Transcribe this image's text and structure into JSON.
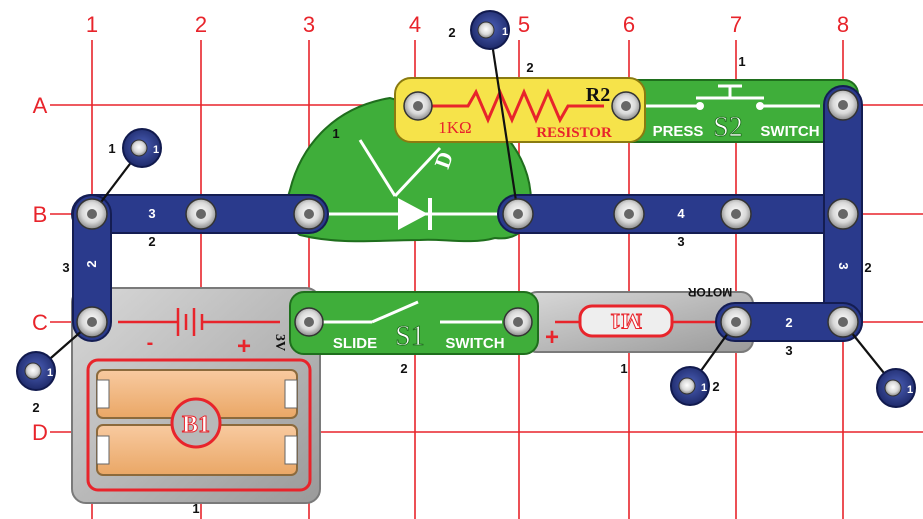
{
  "grid": {
    "columns": [
      "1",
      "2",
      "3",
      "4",
      "5",
      "6",
      "7",
      "8"
    ],
    "rows": [
      "A",
      "B",
      "C",
      "D"
    ]
  },
  "colors": {
    "grid": "#e8242b",
    "wire": "#2a3a8c",
    "green_part": "#3fae3a",
    "yellow_part": "#f6e34a",
    "base_gray": "#b9b9b9",
    "battery": "#f2b77a"
  },
  "parts": {
    "resistor": {
      "name": "R2",
      "value": "1KΩ",
      "label": "RESISTOR",
      "level": "2"
    },
    "press_switch": {
      "name": "S2",
      "left": "PRESS",
      "right": "SWITCH",
      "level": "1"
    },
    "slide_switch": {
      "name": "S1",
      "left": "SLIDE",
      "right": "SWITCH",
      "level": "2"
    },
    "battery": {
      "name": "B1",
      "voltage": "3V",
      "minus": "-",
      "plus": "+",
      "level": "1"
    },
    "motor": {
      "name": "M1",
      "label": "MOTOR",
      "plus": "+",
      "level": "1"
    },
    "led": {
      "name": "D",
      "level": "1"
    }
  },
  "wires": {
    "b_left": {
      "value": "3",
      "level": "2"
    },
    "b_right": {
      "value": "4",
      "level": "3"
    },
    "left_vertical": {
      "value": "2",
      "level": "3"
    },
    "right_vertical": {
      "value": "3",
      "level": "2"
    },
    "c_right": {
      "value": "2",
      "level": "3"
    }
  },
  "jumpers": {
    "top": {
      "level": "2",
      "value": "1"
    },
    "left_upper": {
      "level": "1",
      "value": "1"
    },
    "left_lower": {
      "level": "2",
      "value": "1"
    },
    "bottom_mid": {
      "level": "2",
      "value": "1"
    },
    "bottom_right": {
      "value": "1"
    }
  }
}
